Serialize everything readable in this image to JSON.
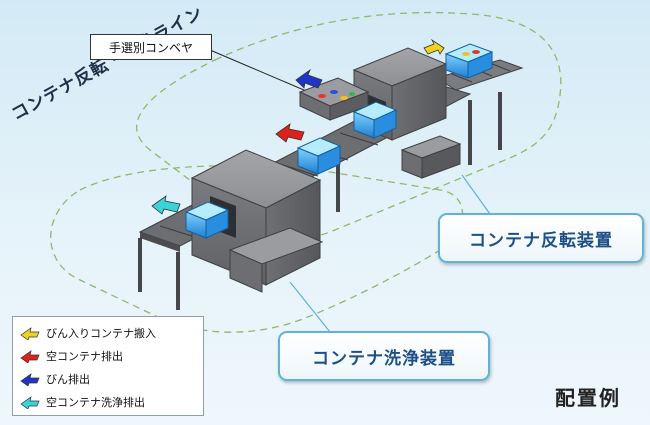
{
  "labels": {
    "line_title": "コンテナ反転・洗浄ライン",
    "manual_conveyor": "手選別コンベヤ",
    "inverter": "コンテナ反転装置",
    "washer": "コンテナ洗浄装置",
    "example": "配置例"
  },
  "legend": [
    {
      "label": "びん入りコンテナ搬入",
      "color": "#f2d21b",
      "icon": "arrow-yellow-icon"
    },
    {
      "label": "空コンテナ排出",
      "color": "#e0201a",
      "icon": "arrow-red-icon"
    },
    {
      "label": "びん排出",
      "color": "#1f35c7",
      "icon": "arrow-blue-icon"
    },
    {
      "label": "空コンテナ洗浄排出",
      "color": "#39d3d8",
      "icon": "arrow-cyan-icon"
    }
  ],
  "colors": {
    "machine": "#7d7f83",
    "container": "#39a6e6",
    "callout_border": "#5fb3da",
    "callout_text": "#1d4e86"
  }
}
